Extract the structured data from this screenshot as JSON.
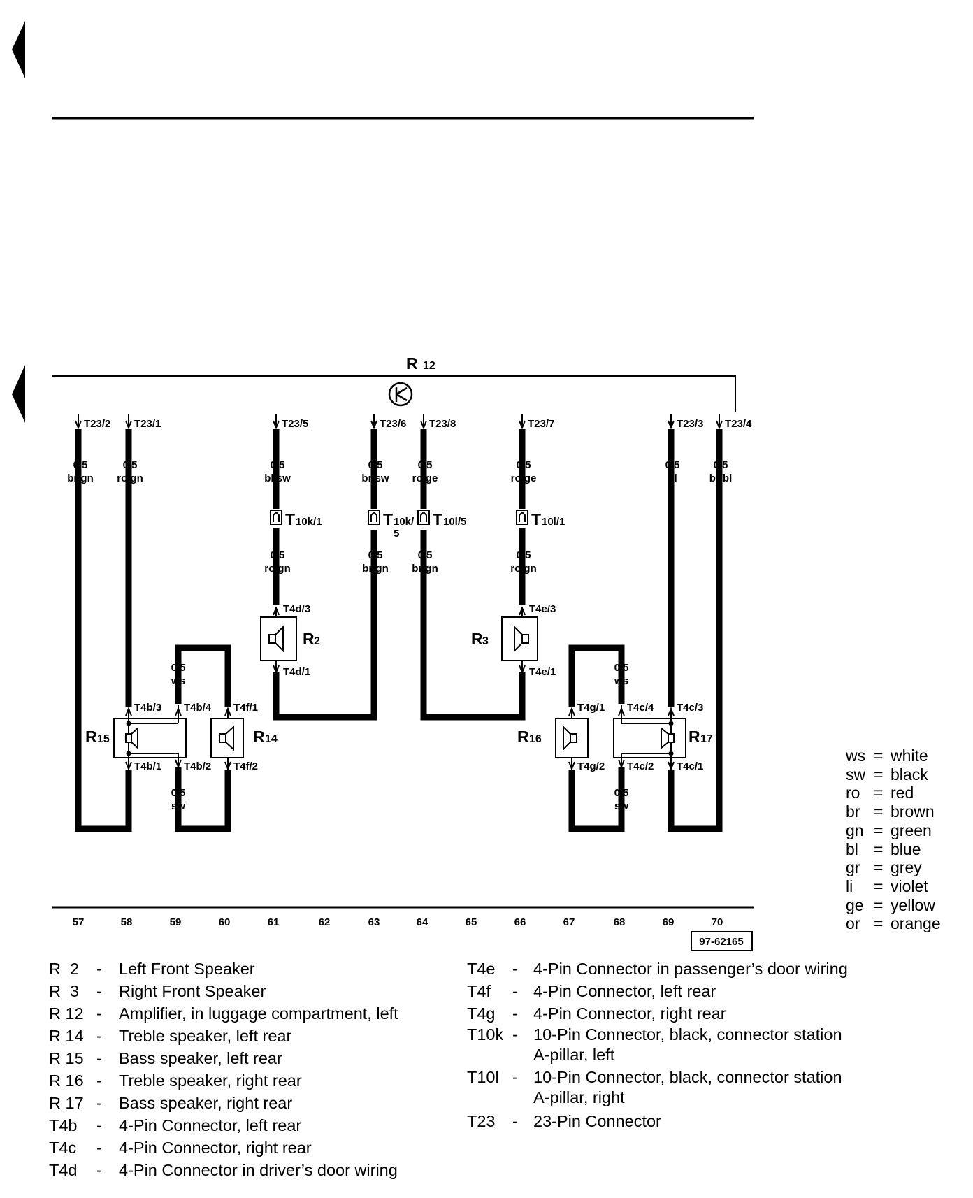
{
  "components": {
    "amplifier": {
      "letter": "R",
      "number": "12"
    },
    "r2": {
      "letter": "R",
      "number": "2"
    },
    "r3": {
      "letter": "R",
      "number": "3"
    },
    "r14": {
      "letter": "R",
      "number": "14"
    },
    "r15": {
      "letter": "R",
      "number": "15"
    },
    "r16": {
      "letter": "R",
      "number": "16"
    },
    "r17": {
      "letter": "R",
      "number": "17"
    }
  },
  "amp_pins": [
    "T23/2",
    "T23/1",
    "T23/5",
    "T23/6",
    "T23/8",
    "T23/7",
    "T23/3",
    "T23/4"
  ],
  "upper_wires": [
    {
      "size": "0,5",
      "color": "br/gn"
    },
    {
      "size": "0,5",
      "color": "ro/gn"
    },
    {
      "size": "0,5",
      "color": "bl/sw"
    },
    {
      "size": "0,5",
      "color": "br/sw"
    },
    {
      "size": "0,5",
      "color": "ro/ge"
    },
    {
      "size": "0,5",
      "color": "ro/ge"
    },
    {
      "size": "0,5",
      "color": "bl"
    },
    {
      "size": "0,5",
      "color": "br/bl"
    }
  ],
  "connectors": {
    "t10k1": {
      "main": "T",
      "sub": "10k/1"
    },
    "t10k5": {
      "main": "T",
      "sub": "10k/",
      "sub2": "5"
    },
    "t10l5": {
      "main": "T",
      "sub": "10l/5"
    },
    "t10l1": {
      "main": "T",
      "sub": "10l/1"
    }
  },
  "lower_wires": [
    {
      "size": "0,5",
      "color": "ro/gn"
    },
    {
      "size": "0,5",
      "color": "br/gn"
    },
    {
      "size": "0,5",
      "color": "br/gn"
    },
    {
      "size": "0,5",
      "color": "ro/gn"
    }
  ],
  "bridge_wires": [
    {
      "size": "0,5",
      "color": "ws"
    },
    {
      "size": "0,5",
      "color": "sw"
    },
    {
      "size": "0,5",
      "color": "ws"
    },
    {
      "size": "0,5",
      "color": "sw"
    }
  ],
  "speaker_pins": {
    "t4d3": "T4d/3",
    "t4d1": "T4d/1",
    "t4e3": "T4e/3",
    "t4e1": "T4e/1",
    "t4b3": "T4b/3",
    "t4b4": "T4b/4",
    "t4b1": "T4b/1",
    "t4b2": "T4b/2",
    "t4f1": "T4f/1",
    "t4f2": "T4f/2",
    "t4g1": "T4g/1",
    "t4g2": "T4g/2",
    "t4c4": "T4c/4",
    "t4c3": "T4c/3",
    "t4c2": "T4c/2",
    "t4c1": "T4c/1"
  },
  "track_numbers": [
    "57",
    "58",
    "59",
    "60",
    "61",
    "62",
    "63",
    "64",
    "65",
    "66",
    "67",
    "68",
    "69",
    "70"
  ],
  "reference": "97-62165",
  "color_legend": [
    {
      "code": "ws",
      "name": "white"
    },
    {
      "code": "sw",
      "name": "black"
    },
    {
      "code": "ro",
      "name": "red"
    },
    {
      "code": "br",
      "name": "brown"
    },
    {
      "code": "gn",
      "name": "green"
    },
    {
      "code": "bl",
      "name": "blue"
    },
    {
      "code": "gr",
      "name": "grey"
    },
    {
      "code": "li",
      "name": "violet"
    },
    {
      "code": "ge",
      "name": "yellow"
    },
    {
      "code": "or",
      "name": "orange"
    }
  ],
  "legend_left": [
    {
      "code": "R  2",
      "desc": "Left Front Speaker"
    },
    {
      "code": "R  3",
      "desc": "Right Front Speaker"
    },
    {
      "code": "R 12",
      "desc": "Amplifier, in luggage compartment, left"
    },
    {
      "code": "R 14",
      "desc": "Treble speaker, left rear"
    },
    {
      "code": "R 15",
      "desc": "Bass speaker, left rear"
    },
    {
      "code": "R 16",
      "desc": "Treble speaker, right rear"
    },
    {
      "code": "R 17",
      "desc": "Bass speaker, right rear"
    },
    {
      "code": "T4b",
      "desc": "4-Pin Connector, left rear"
    },
    {
      "code": "T4c",
      "desc": "4-Pin Connector, right rear"
    },
    {
      "code": "T4d",
      "desc": "4-Pin Connector in driver’s door wiring"
    }
  ],
  "legend_right": [
    {
      "code": "T4e",
      "desc": "4-Pin Connector in passenger’s door wiring"
    },
    {
      "code": "T4f",
      "desc": "4-Pin Connector, left rear"
    },
    {
      "code": "T4g",
      "desc": "4-Pin Connector, right rear"
    },
    {
      "code": "T10k",
      "desc": "10-Pin Connector, black, connector station\nA-pillar, left"
    },
    {
      "code": "T10l",
      "desc": "10-Pin Connector, black, connector station\nA-pillar, right"
    },
    {
      "code": "T23",
      "desc": "23-Pin Connector"
    }
  ],
  "dash": "-"
}
